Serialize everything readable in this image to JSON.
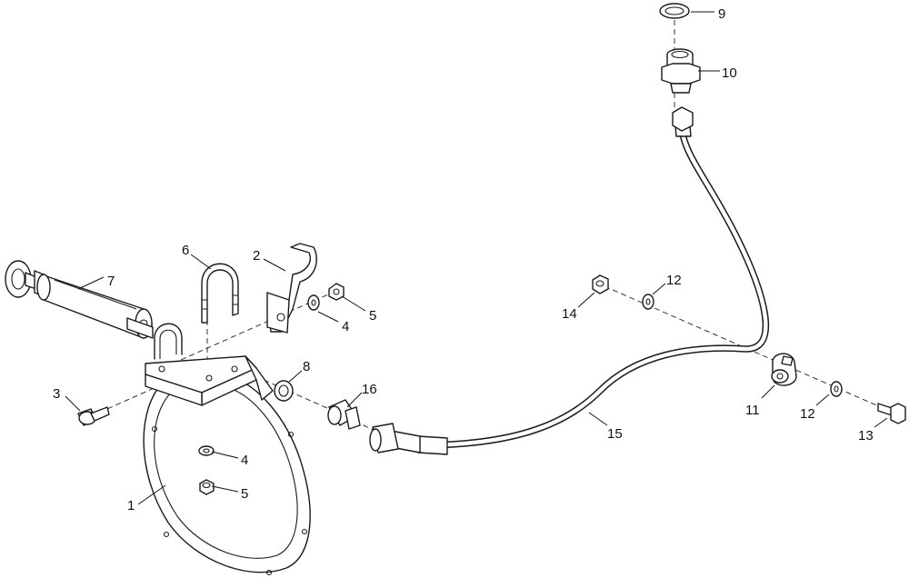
{
  "callouts": [
    {
      "id": "c1",
      "text": "1"
    },
    {
      "id": "c2",
      "text": "2"
    },
    {
      "id": "c3",
      "text": "3"
    },
    {
      "id": "c4a",
      "text": "4"
    },
    {
      "id": "c4b",
      "text": "4"
    },
    {
      "id": "c5a",
      "text": "5"
    },
    {
      "id": "c5b",
      "text": "5"
    },
    {
      "id": "c6",
      "text": "6"
    },
    {
      "id": "c7",
      "text": "7"
    },
    {
      "id": "c8",
      "text": "8"
    },
    {
      "id": "c9",
      "text": "9"
    },
    {
      "id": "c10",
      "text": "10"
    },
    {
      "id": "c11",
      "text": "11"
    },
    {
      "id": "c12a",
      "text": "12"
    },
    {
      "id": "c12b",
      "text": "12"
    },
    {
      "id": "c13",
      "text": "13"
    },
    {
      "id": "c14",
      "text": "14"
    },
    {
      "id": "c15",
      "text": "15"
    },
    {
      "id": "c16",
      "text": "16"
    }
  ]
}
